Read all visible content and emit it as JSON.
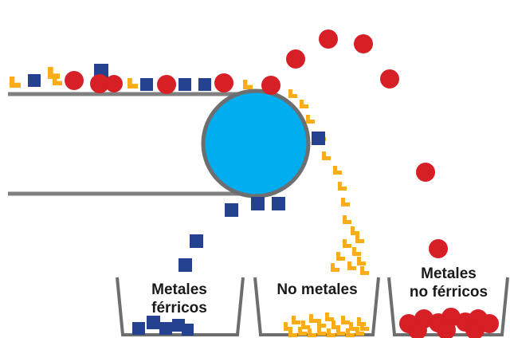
{
  "bins": {
    "ferrous": {
      "line1": "Metales",
      "line2": "férricos"
    },
    "non_metals": {
      "line1": "No metales"
    },
    "non_ferrous": {
      "line1": "Metales",
      "line2": "no férricos"
    }
  },
  "colors": {
    "belt": "#808080",
    "drum_fill": "#00adef",
    "drum_outline": "#6d6e70",
    "ferrous_particle": "#24428f",
    "non_metal_particle": "#f9ad1b",
    "non_ferrous_particle": "#d71f26",
    "bin_outline": "#6d6e70"
  },
  "icons": {
    "ferrous_particle": "blue-square",
    "non_metal_particle": "orange-flake",
    "non_ferrous_particle": "red-ball"
  }
}
